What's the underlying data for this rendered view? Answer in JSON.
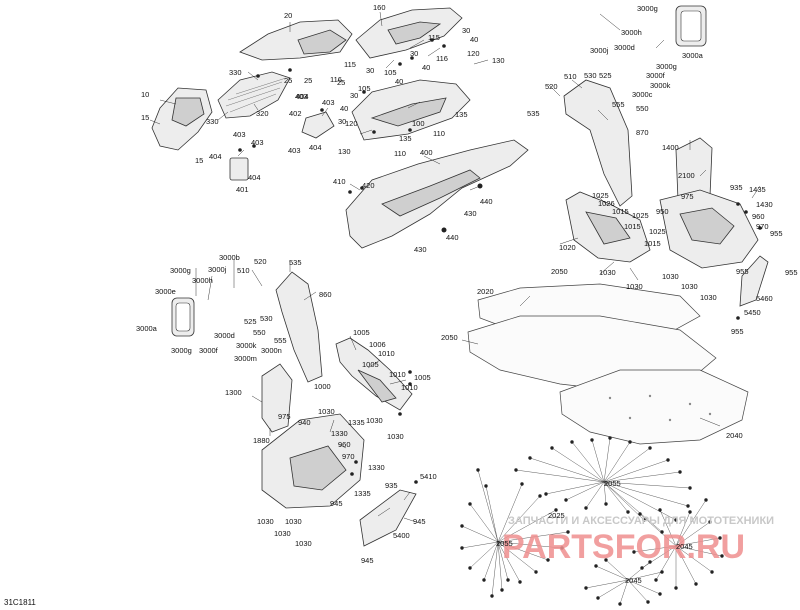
{
  "diagram_code": "31C1811",
  "watermark": {
    "text": "ЗАПЧАСТИ И АКСЕССУАРЫ ДЛЯ МОТОТЕХНИКИ",
    "logo": "PARTSFOR.RU"
  },
  "callouts": {
    "c20": "20",
    "c160": "160",
    "c10": "10",
    "c15a": "15",
    "c15b": "15",
    "c330a": "330",
    "c330b": "330",
    "c320": "320",
    "c25a": "25",
    "c25b": "25",
    "c25c": "25",
    "c30a": "30",
    "c30b": "30",
    "c30c": "30",
    "c30d": "30",
    "c30e": "30",
    "c40a": "40",
    "c40b": "40",
    "c40c": "40",
    "c40d": "40",
    "c105a": "105",
    "c105b": "105",
    "c115a": "115",
    "c115b": "115",
    "c116a": "116",
    "c116b": "116",
    "c120a": "120",
    "c120b": "120",
    "c130a": "130",
    "c130b": "130",
    "c135a": "135",
    "c135b": "135",
    "c100": "100",
    "c110a": "110",
    "c110b": "110",
    "c403a": "403",
    "c403b": "403",
    "c403c": "403",
    "c403d": "403",
    "c404a": "404",
    "c404b": "404",
    "c404c": "404",
    "c404d": "404",
    "c402": "402",
    "c401": "401",
    "c400": "400",
    "c410": "410",
    "c420": "420",
    "c430a": "430",
    "c430b": "430",
    "c440a": "440",
    "c440b": "440",
    "c3000g_t": "3000g",
    "c3000h_t": "3000h",
    "c3000a_t": "3000a",
    "c3000j_t": "3000j",
    "c3000d_t": "3000d",
    "c3000g_t2": "3000g",
    "c3000f_t": "3000f",
    "c3000k_t": "3000k",
    "c3000c_t": "3000c",
    "c510_t": "510",
    "c525_t": "525",
    "c530_t": "530",
    "c520_t": "520",
    "c555_t": "555",
    "c550_t": "550",
    "c535_t": "535",
    "c870_t": "870",
    "c1400": "1400",
    "c2100": "2100",
    "c975_t": "975",
    "c935_t": "935",
    "c1435": "1435",
    "c1430": "1430",
    "c960_t": "960",
    "c970_t": "970",
    "c955a": "955",
    "c955b": "955",
    "c955c": "955",
    "c955d": "955",
    "c950": "950",
    "c1025a": "1025",
    "c1025b": "1025",
    "c1025c": "1025",
    "c1026": "1026",
    "c1015a": "1015",
    "c1015b": "1015",
    "c1015c": "1015",
    "c1020": "1020",
    "c1030a": "1030",
    "c1030b": "1030",
    "c1030c": "1030",
    "c1030d": "1030",
    "c5460": "5460",
    "c5450": "5450",
    "c2050a": "2050",
    "c2050b": "2050",
    "c2020": "2020",
    "c2040": "2040",
    "c3000b": "3000b",
    "c3000g_b": "3000g",
    "c3000j_b": "3000j",
    "c3000h_b": "3000h",
    "c3000e_b": "3000e",
    "c3000a_b": "3000a",
    "c3000g_b2": "3000g",
    "c3000f_b": "3000f",
    "c3000d_b": "3000d",
    "c3000k_b": "3000k",
    "c3000m_b": "3000m",
    "c3000n_b": "3000n",
    "c520_b": "520",
    "c535_b": "535",
    "c510_b": "510",
    "c530_b": "530",
    "c525_b": "525",
    "c550_b": "550",
    "c555_b": "555",
    "c860": "860",
    "c1005a": "1005",
    "c1005b": "1005",
    "c1005c": "1005",
    "c1006": "1006",
    "c1010a": "1010",
    "c1010b": "1010",
    "c1010c": "1010",
    "c1000": "1000",
    "c1030e": "1030",
    "c1030f": "1030",
    "c1030g": "1030",
    "c1030h": "1030",
    "c1030i": "1030",
    "c1300": "1300",
    "c975_b": "975",
    "c1880": "1880",
    "c940": "940",
    "c1335a": "1335",
    "c1335b": "1335",
    "c1330a": "1330",
    "c1330b": "1330",
    "c960_b": "960",
    "c970_b": "970",
    "c935_b": "935",
    "c945a": "945",
    "c945b": "945",
    "c945c": "945",
    "c5410": "5410",
    "c5400": "5400",
    "c2055a": "2055",
    "c2055b": "2055",
    "c2025": "2025",
    "c2045a": "2045",
    "c2045b": "2045"
  }
}
